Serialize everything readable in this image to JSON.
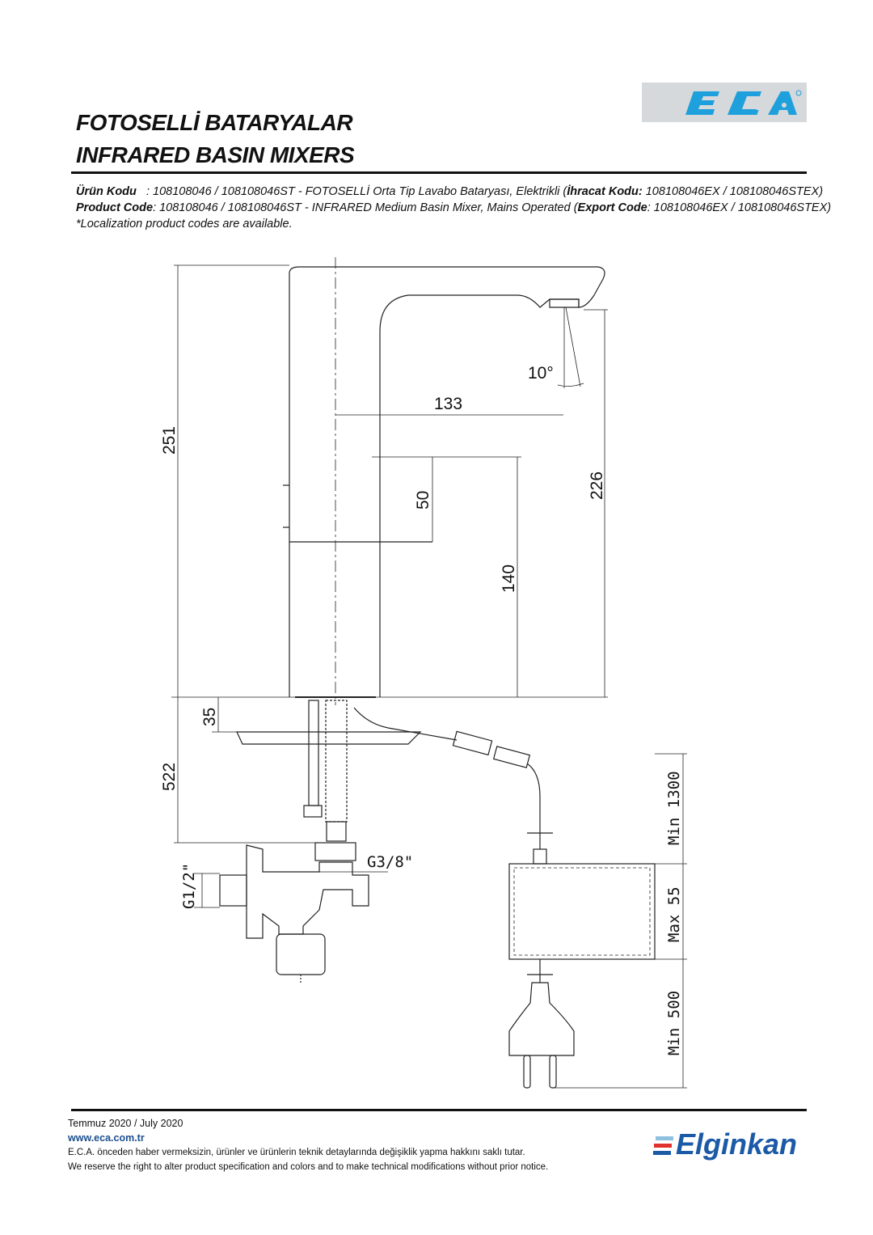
{
  "header": {
    "title_tr": "FOTOSELLİ BATARYALAR",
    "title_en": "INFRARED BASIN MIXERS",
    "logo_text": "E.C.A"
  },
  "product_info": {
    "tr_label": "Ürün Kodu",
    "tr_text": "   : 108108046 / 108108046ST - FOTOSELLİ Orta Tip Lavabo Bataryası, Elektrikli (",
    "tr_export_label": "İhracat Kodu:",
    "tr_export_value": " 108108046EX / 108108046STEX)",
    "en_label": "Product Code",
    "en_text": ": 108108046 / 108108046ST - INFRARED Medium Basin Mixer, Mains Operated (",
    "en_export_label": "Export Code",
    "en_export_value": ": 108108046EX / 108108046STEX)",
    "note": "*Localization product codes are available."
  },
  "dimensions": {
    "height_total": "251",
    "spout_height": "226",
    "reach": "133",
    "angle": "10°",
    "sensor_zone": "50",
    "outlet_height": "140",
    "max_deck": "35",
    "hose_length": "522",
    "inlet_thread": "G1/2\"",
    "hose_thread": "G3/8\"",
    "cable_min": "Min 1300",
    "box_max": "Max 55",
    "plug_min": "Min 500"
  },
  "footer": {
    "date": "Temmuz 2020 / July 2020",
    "website": "www.eca.com.tr",
    "disclaimer_tr": "E.C.A. önceden haber vermeksizin, ürünler ve ürünlerin teknik detaylarında değişiklik yapma hakkını saklı tutar.",
    "disclaimer_en": "We reserve the right to alter product specification and colors and to make technical modifications without prior notice.",
    "brand": "Elginkan"
  },
  "colors": {
    "logo_blue": "#1ea0dc",
    "logo_bg": "#d6d9dc",
    "elginkan_blue": "#1b5aa6",
    "elginkan_red": "#e0312f",
    "web_blue": "#1b4f8f"
  }
}
